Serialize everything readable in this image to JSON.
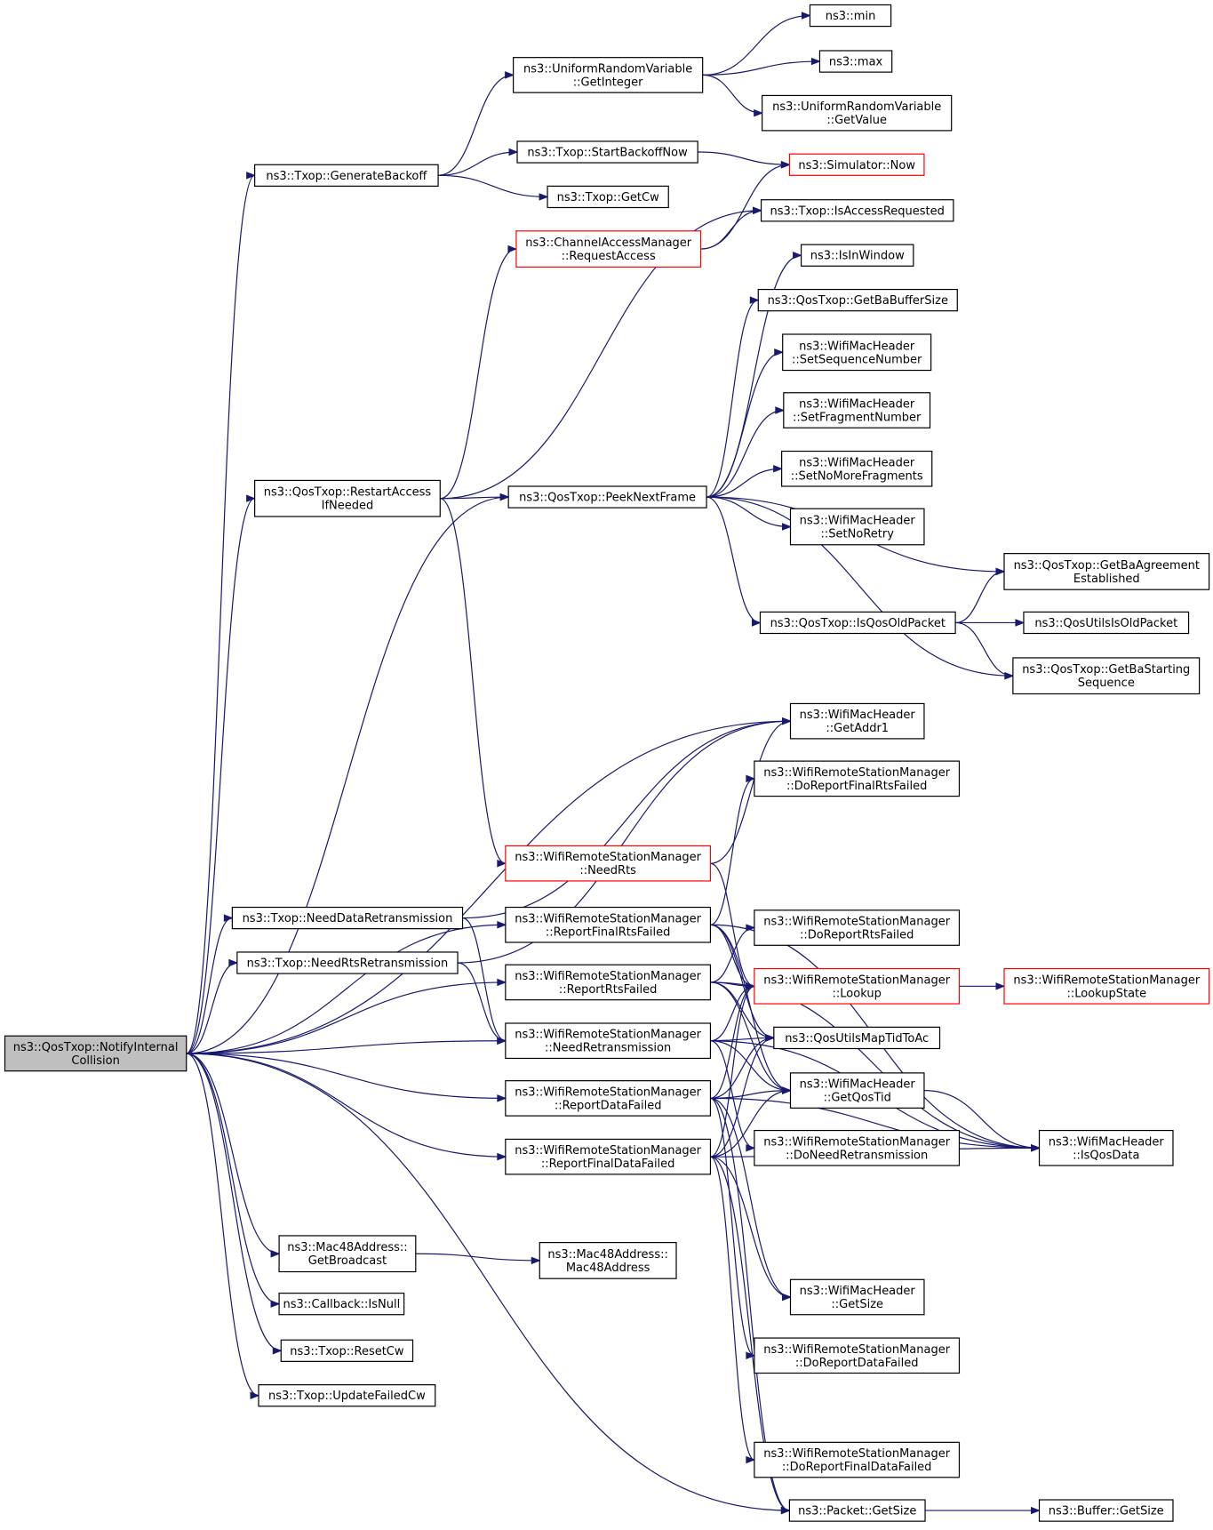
{
  "title": "",
  "colors": {
    "edge": "#191970",
    "root_fill": "#bfbfbf",
    "node_border": "#000000",
    "truncated_border": "#ff0000"
  },
  "nodes": [
    {
      "id": "root",
      "lines": [
        "ns3::QosTxop::NotifyInternal",
        "Collision"
      ],
      "root": true
    },
    {
      "id": "genBackoff",
      "lines": [
        "ns3::Txop::GenerateBackoff"
      ]
    },
    {
      "id": "urvGetInteger",
      "lines": [
        "ns3::UniformRandomVariable",
        "::GetInteger"
      ]
    },
    {
      "id": "min",
      "lines": [
        "ns3::min"
      ]
    },
    {
      "id": "max",
      "lines": [
        "ns3::max"
      ]
    },
    {
      "id": "urvGetValue",
      "lines": [
        "ns3::UniformRandomVariable",
        "::GetValue"
      ]
    },
    {
      "id": "startBackoff",
      "lines": [
        "ns3::Txop::StartBackoffNow"
      ]
    },
    {
      "id": "simNow",
      "lines": [
        "ns3::Simulator::Now"
      ],
      "red": true
    },
    {
      "id": "getCw",
      "lines": [
        "ns3::Txop::GetCw"
      ]
    },
    {
      "id": "camRequest",
      "lines": [
        "ns3::ChannelAccessManager",
        "::RequestAccess"
      ],
      "red": true
    },
    {
      "id": "isAccessReq",
      "lines": [
        "ns3::Txop::IsAccessRequested"
      ]
    },
    {
      "id": "isInWindow",
      "lines": [
        "ns3::IsInWindow"
      ]
    },
    {
      "id": "getBaBuf",
      "lines": [
        "ns3::QosTxop::GetBaBufferSize"
      ]
    },
    {
      "id": "setSeq",
      "lines": [
        "ns3::WifiMacHeader",
        "::SetSequenceNumber"
      ]
    },
    {
      "id": "setFrag",
      "lines": [
        "ns3::WifiMacHeader",
        "::SetFragmentNumber"
      ]
    },
    {
      "id": "setNoMore",
      "lines": [
        "ns3::WifiMacHeader",
        "::SetNoMoreFragments"
      ]
    },
    {
      "id": "restartAccess",
      "lines": [
        "ns3::QosTxop::RestartAccess",
        "IfNeeded"
      ]
    },
    {
      "id": "peekNext",
      "lines": [
        "ns3::QosTxop::PeekNextFrame"
      ]
    },
    {
      "id": "setNoRetry",
      "lines": [
        "ns3::WifiMacHeader",
        "::SetNoRetry"
      ]
    },
    {
      "id": "getBaAgree",
      "lines": [
        "ns3::QosTxop::GetBaAgreement",
        "Established"
      ]
    },
    {
      "id": "isQosOld",
      "lines": [
        "ns3::QosTxop::IsQosOldPacket"
      ]
    },
    {
      "id": "qosUtilsOld",
      "lines": [
        "ns3::QosUtilsIsOldPacket"
      ]
    },
    {
      "id": "getBaStart",
      "lines": [
        "ns3::QosTxop::GetBaStarting",
        "Sequence"
      ]
    },
    {
      "id": "getAddr1",
      "lines": [
        "ns3::WifiMacHeader",
        "::GetAddr1"
      ]
    },
    {
      "id": "doRepFinalRts",
      "lines": [
        "ns3::WifiRemoteStationManager",
        "::DoReportFinalRtsFailed"
      ]
    },
    {
      "id": "needRts",
      "lines": [
        "ns3::WifiRemoteStationManager",
        "::NeedRts"
      ],
      "red": true
    },
    {
      "id": "needDataRetx",
      "lines": [
        "ns3::Txop::NeedDataRetransmission"
      ]
    },
    {
      "id": "repFinalRts",
      "lines": [
        "ns3::WifiRemoteStationManager",
        "::ReportFinalRtsFailed"
      ]
    },
    {
      "id": "doRepRts",
      "lines": [
        "ns3::WifiRemoteStationManager",
        "::DoReportRtsFailed"
      ]
    },
    {
      "id": "needRtsRetx",
      "lines": [
        "ns3::Txop::NeedRtsRetransmission"
      ]
    },
    {
      "id": "repRts",
      "lines": [
        "ns3::WifiRemoteStationManager",
        "::ReportRtsFailed"
      ]
    },
    {
      "id": "lookup",
      "lines": [
        "ns3::WifiRemoteStationManager",
        "::Lookup"
      ],
      "red": true
    },
    {
      "id": "lookupState",
      "lines": [
        "ns3::WifiRemoteStationManager",
        "::LookupState"
      ],
      "red": true
    },
    {
      "id": "needRetx",
      "lines": [
        "ns3::WifiRemoteStationManager",
        "::NeedRetransmission"
      ]
    },
    {
      "id": "qosMapTid",
      "lines": [
        "ns3::QosUtilsMapTidToAc"
      ]
    },
    {
      "id": "repData",
      "lines": [
        "ns3::WifiRemoteStationManager",
        "::ReportDataFailed"
      ]
    },
    {
      "id": "getQosTid",
      "lines": [
        "ns3::WifiMacHeader",
        "::GetQosTid"
      ]
    },
    {
      "id": "isQosData",
      "lines": [
        "ns3::WifiMacHeader",
        "::IsQosData"
      ]
    },
    {
      "id": "repFinalData",
      "lines": [
        "ns3::WifiRemoteStationManager",
        "::ReportFinalDataFailed"
      ]
    },
    {
      "id": "doNeedRetx",
      "lines": [
        "ns3::WifiRemoteStationManager",
        "::DoNeedRetransmission"
      ]
    },
    {
      "id": "getBroadcast",
      "lines": [
        "ns3::Mac48Address::",
        "GetBroadcast"
      ]
    },
    {
      "id": "macCtor",
      "lines": [
        "ns3::Mac48Address::",
        "Mac48Address"
      ]
    },
    {
      "id": "cbIsNull",
      "lines": [
        "ns3::Callback::IsNull"
      ]
    },
    {
      "id": "hdrGetSize",
      "lines": [
        "ns3::WifiMacHeader",
        "::GetSize"
      ]
    },
    {
      "id": "resetCw",
      "lines": [
        "ns3::Txop::ResetCw"
      ]
    },
    {
      "id": "doRepData",
      "lines": [
        "ns3::WifiRemoteStationManager",
        "::DoReportDataFailed"
      ]
    },
    {
      "id": "updFailedCw",
      "lines": [
        "ns3::Txop::UpdateFailedCw"
      ]
    },
    {
      "id": "doRepFinalData",
      "lines": [
        "ns3::WifiRemoteStationManager",
        "::DoReportFinalDataFailed"
      ]
    },
    {
      "id": "pktGetSize",
      "lines": [
        "ns3::Packet::GetSize"
      ]
    },
    {
      "id": "bufGetSize",
      "lines": [
        "ns3::Buffer::GetSize"
      ]
    }
  ],
  "edges": [
    [
      "genBackoff",
      "urvGetInteger"
    ],
    [
      "urvGetInteger",
      "min"
    ],
    [
      "urvGetInteger",
      "max"
    ],
    [
      "urvGetInteger",
      "urvGetValue"
    ],
    [
      "genBackoff",
      "startBackoff"
    ],
    [
      "genBackoff",
      "getCw"
    ],
    [
      "startBackoff",
      "simNow"
    ],
    [
      "camRequest",
      "simNow"
    ],
    [
      "camRequest",
      "isAccessReq"
    ],
    [
      "restartAccess",
      "camRequest"
    ],
    [
      "restartAccess",
      "isAccessReq"
    ],
    [
      "restartAccess",
      "peekNext"
    ],
    [
      "restartAccess",
      "needRts"
    ],
    [
      "peekNext",
      "isInWindow"
    ],
    [
      "peekNext",
      "getBaBuf"
    ],
    [
      "peekNext",
      "setSeq"
    ],
    [
      "peekNext",
      "setFrag"
    ],
    [
      "peekNext",
      "setNoMore"
    ],
    [
      "peekNext",
      "setNoRetry"
    ],
    [
      "peekNext",
      "getBaAgree"
    ],
    [
      "peekNext",
      "isQosOld"
    ],
    [
      "peekNext",
      "getBaStart"
    ],
    [
      "isQosOld",
      "getBaAgree"
    ],
    [
      "isQosOld",
      "qosUtilsOld"
    ],
    [
      "isQosOld",
      "getBaStart"
    ],
    [
      "root",
      "genBackoff"
    ],
    [
      "root",
      "restartAccess"
    ],
    [
      "root",
      "peekNext"
    ],
    [
      "root",
      "getAddr1"
    ],
    [
      "root",
      "needDataRetx"
    ],
    [
      "root",
      "needRtsRetx"
    ],
    [
      "root",
      "repFinalRts"
    ],
    [
      "root",
      "repRts"
    ],
    [
      "root",
      "needRetx"
    ],
    [
      "root",
      "repData"
    ],
    [
      "root",
      "repFinalData"
    ],
    [
      "root",
      "pktGetSize"
    ],
    [
      "root",
      "getBroadcast"
    ],
    [
      "root",
      "cbIsNull"
    ],
    [
      "root",
      "resetCw"
    ],
    [
      "root",
      "updFailedCw"
    ],
    [
      "needDataRetx",
      "getAddr1"
    ],
    [
      "needDataRetx",
      "needRetx"
    ],
    [
      "needRtsRetx",
      "getAddr1"
    ],
    [
      "needRtsRetx",
      "needRetx"
    ],
    [
      "needRts",
      "getAddr1"
    ],
    [
      "needRts",
      "lookup"
    ],
    [
      "repFinalRts",
      "doRepFinalRts"
    ],
    [
      "repFinalRts",
      "lookup"
    ],
    [
      "repFinalRts",
      "isQosData"
    ],
    [
      "repFinalRts",
      "qosMapTid"
    ],
    [
      "repFinalRts",
      "getQosTid"
    ],
    [
      "repRts",
      "doRepRts"
    ],
    [
      "repRts",
      "lookup"
    ],
    [
      "repRts",
      "isQosData"
    ],
    [
      "repRts",
      "qosMapTid"
    ],
    [
      "repRts",
      "getQosTid"
    ],
    [
      "needRetx",
      "lookup"
    ],
    [
      "needRetx",
      "qosMapTid"
    ],
    [
      "needRetx",
      "getQosTid"
    ],
    [
      "needRetx",
      "doNeedRetx"
    ],
    [
      "needRetx",
      "isQosData"
    ],
    [
      "repData",
      "lookup"
    ],
    [
      "repData",
      "qosMapTid"
    ],
    [
      "repData",
      "getQosTid"
    ],
    [
      "repData",
      "hdrGetSize"
    ],
    [
      "repData",
      "pktGetSize"
    ],
    [
      "repData",
      "doRepData"
    ],
    [
      "repData",
      "isQosData"
    ],
    [
      "repFinalData",
      "lookup"
    ],
    [
      "repFinalData",
      "qosMapTid"
    ],
    [
      "repFinalData",
      "getQosTid"
    ],
    [
      "repFinalData",
      "hdrGetSize"
    ],
    [
      "repFinalData",
      "pktGetSize"
    ],
    [
      "repFinalData",
      "doRepFinalData"
    ],
    [
      "repFinalData",
      "isQosData"
    ],
    [
      "lookup",
      "lookupState"
    ],
    [
      "getQosTid",
      "isQosData"
    ],
    [
      "getBroadcast",
      "macCtor"
    ],
    [
      "pktGetSize",
      "bufGetSize"
    ]
  ]
}
